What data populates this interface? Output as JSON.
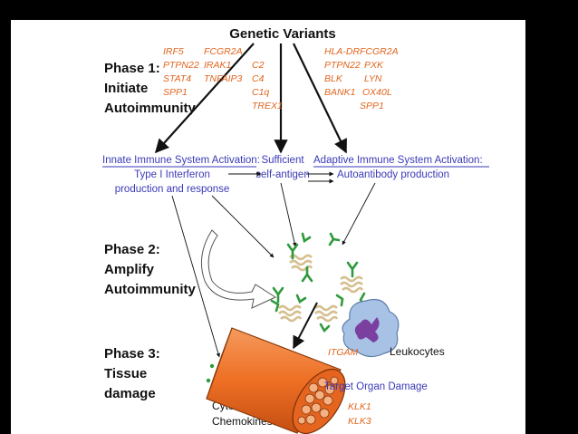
{
  "title": "Genetic Variants",
  "phases": {
    "phase1": [
      "Phase 1:",
      "Initiate",
      "Autoimmunity"
    ],
    "phase2": [
      "Phase 2:",
      "Amplify",
      "Autoimmunity"
    ],
    "phase3": [
      "Phase 3:",
      "Tissue",
      "damage"
    ]
  },
  "genes": {
    "innate_col1": [
      "IRF5",
      "PTPN22",
      "STAT4",
      "SPP1"
    ],
    "innate_col2": [
      "FCGR2A",
      "IRAK1",
      "TNFAIP3"
    ],
    "complement": [
      "C2",
      "C4",
      "C1q",
      "TREX1"
    ],
    "adaptive_col1": [
      "HLA-DR",
      "PTPN22",
      "BLK",
      "BANK1"
    ],
    "adaptive_col2": [
      "FCGR2A",
      "PXK",
      "LYN",
      "OX40L",
      "SPP1"
    ],
    "leukocyte_gene": "ITGAM",
    "tissue_genes": [
      "KLK1",
      "KLK3"
    ]
  },
  "activation": {
    "innate_heading": "Innate Immune System Activation:",
    "innate_lines": [
      "Type I Interferon",
      "production and response"
    ],
    "antigen_lines": [
      "Sufficient",
      "self-antigen"
    ],
    "adaptive_heading": "Adaptive Immune System Activation:",
    "adaptive_line": "Autoantibody production"
  },
  "labels": {
    "leukocytes": "Leukocytes",
    "target_organ_damage": "Target Organ Damage",
    "cytokines": [
      "Cytokines and",
      "Chemokines"
    ]
  },
  "colors": {
    "gene_orange": "#e0651f",
    "activation_blue": "#3a3ab8",
    "antibody_green": "#2f9a3c",
    "tissue_orange": "#f07a2e",
    "leukocyte_blue": "#a8c2e6",
    "nucleus_purple": "#7b3fa0"
  }
}
